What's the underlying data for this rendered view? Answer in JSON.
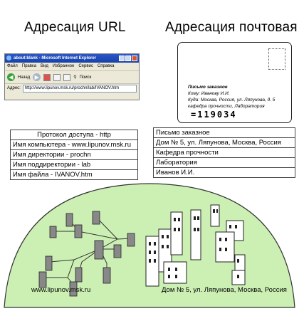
{
  "titles": {
    "url": "Адресация URL",
    "post": "Адресация почтовая"
  },
  "browser": {
    "title": "about:blank - Microsoft Internet Explorer",
    "menu": [
      "Файл",
      "Правка",
      "Вид",
      "Избранное",
      "Сервис",
      "Справка"
    ],
    "back_label": "Назад",
    "search_label": "Поиск",
    "address_label": "Адрес:",
    "address_value": "http://www.lipunov.msk.ru/prochn/lab/IVANOV.htm"
  },
  "envelope": {
    "lines": [
      "Письмо заказное",
      "Кому: Иванову И.И.",
      "Куда: Москва, Россия, ул. Ляпунова, д. 5",
      "кафедра прочности, Лаборатория"
    ],
    "index": "=119034"
  },
  "url_table": {
    "header": "Протокол доступа - http",
    "rows": [
      "Имя компьютера - www.lipunov.msk.ru",
      "Имя директории - prochn",
      "Имя поддиректории - lab",
      "Имя файла - IVANOV.htm"
    ]
  },
  "post_table": {
    "rows": [
      "Письмо заказное",
      "Дом № 5, ул. Ляпунова, Москва, Россия",
      "Кафедра прочности",
      "Лаборатория",
      "Иванов И.И."
    ]
  },
  "scene": {
    "hill_color": "#ccf0b4",
    "caption_network": "www.lipunov.msk.ru",
    "caption_address": "Дом № 5, ул. Ляпунова, Москва, Россия"
  }
}
